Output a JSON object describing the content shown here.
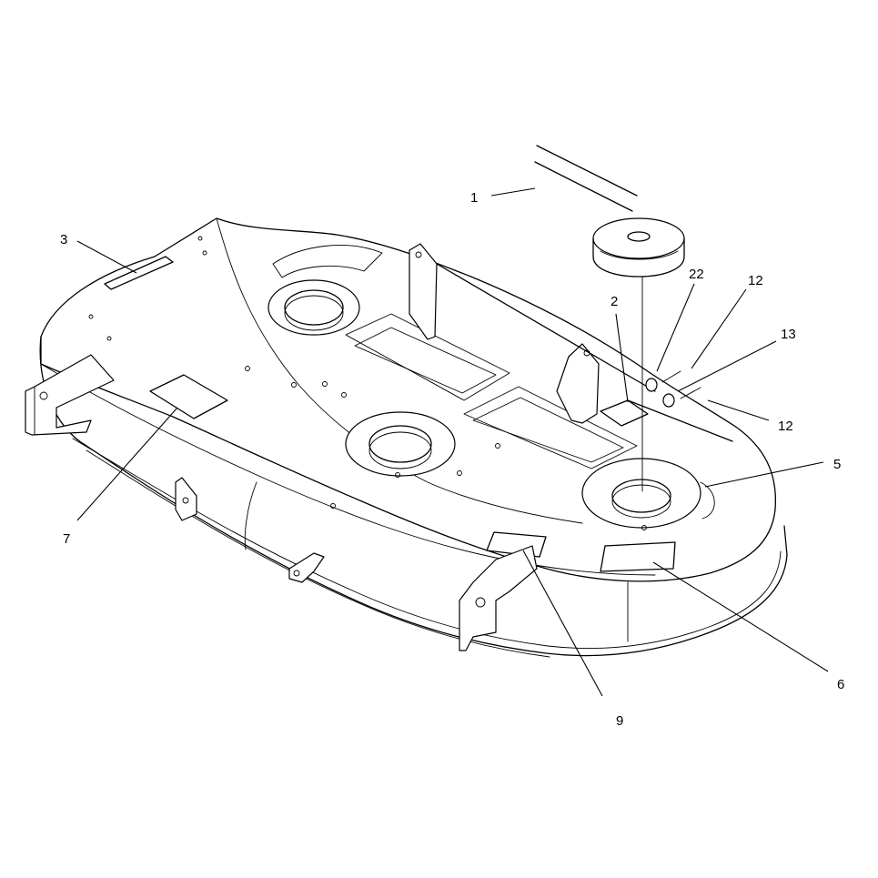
{
  "diagram": {
    "type": "exploded-parts-view",
    "callouts": [
      {
        "id": "c1",
        "label": "1"
      },
      {
        "id": "c2",
        "label": "2"
      },
      {
        "id": "c3",
        "label": "3"
      },
      {
        "id": "c22",
        "label": "22"
      },
      {
        "id": "c12a",
        "label": "12"
      },
      {
        "id": "c13",
        "label": "13"
      },
      {
        "id": "c12b",
        "label": "12"
      },
      {
        "id": "c5",
        "label": "5"
      },
      {
        "id": "c7",
        "label": "7"
      },
      {
        "id": "c6",
        "label": "6"
      },
      {
        "id": "c9",
        "label": "9"
      }
    ]
  }
}
